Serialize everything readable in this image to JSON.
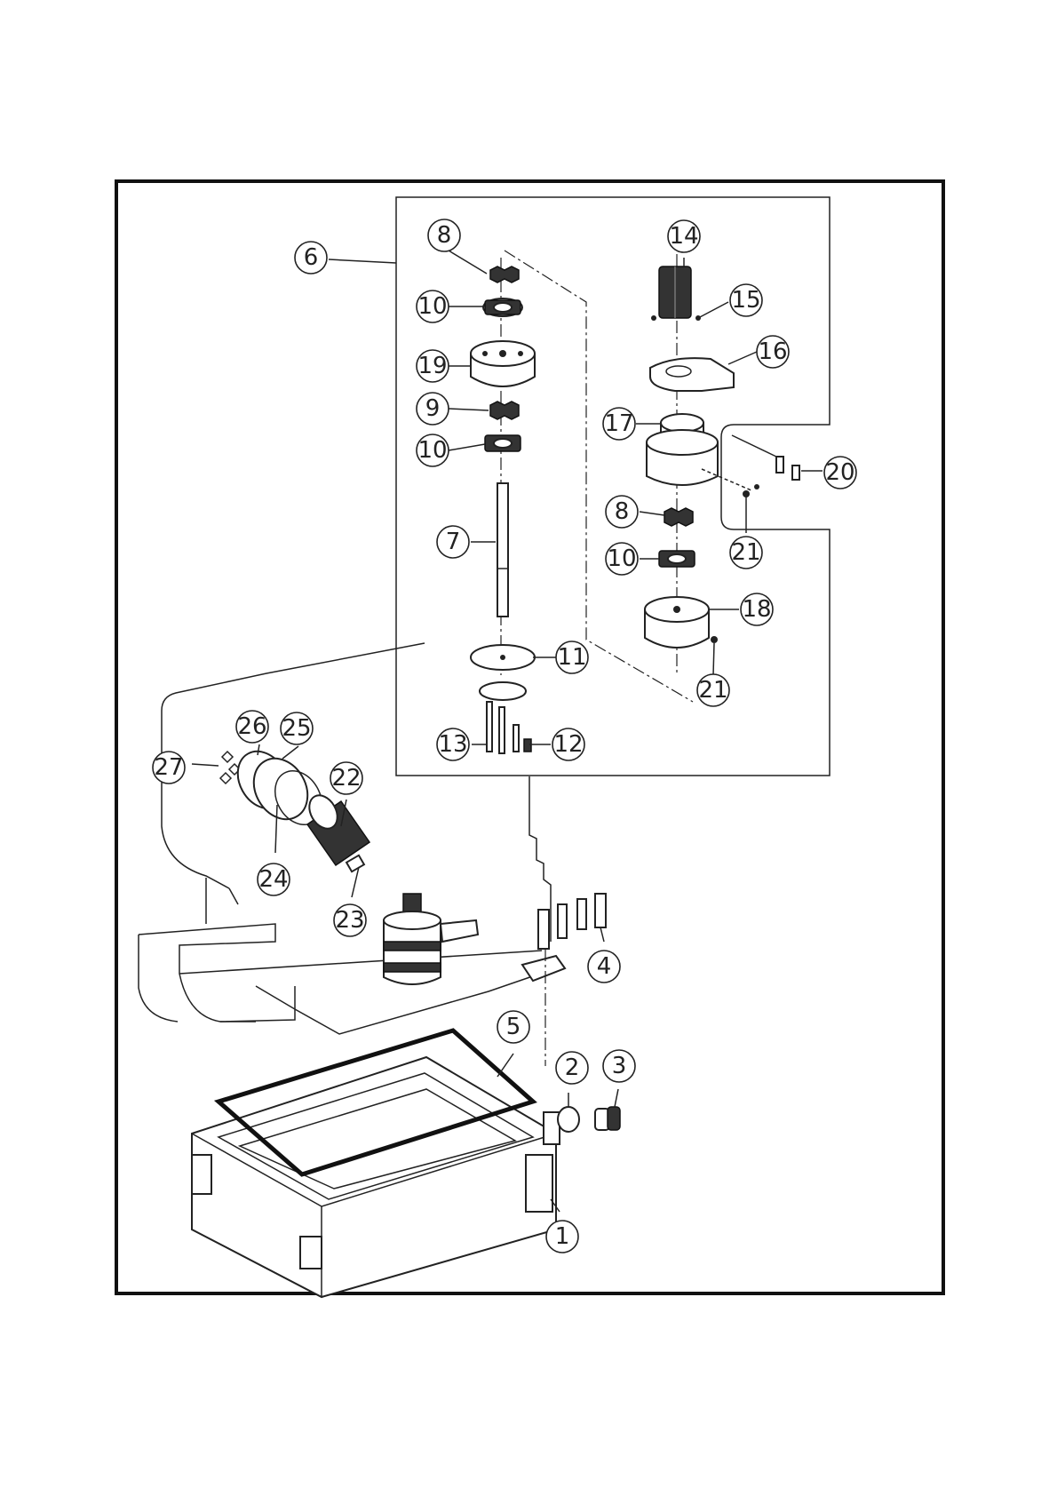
{
  "callouts": {
    "c1": "1",
    "c2": "2",
    "c3": "3",
    "c4": "4",
    "c5": "5",
    "c6": "6",
    "c7": "7",
    "c8a": "8",
    "c8b": "8",
    "c9": "9",
    "c10a": "10",
    "c10b": "10",
    "c10c": "10",
    "c11": "11",
    "c12": "12",
    "c13": "13",
    "c14": "14",
    "c15": "15",
    "c16": "16",
    "c17": "17",
    "c18": "18",
    "c19": "19",
    "c20": "20",
    "c21a": "21",
    "c21b": "21",
    "c22": "22",
    "c23": "23",
    "c24": "24",
    "c25": "25",
    "c26": "26",
    "c27": "27"
  }
}
